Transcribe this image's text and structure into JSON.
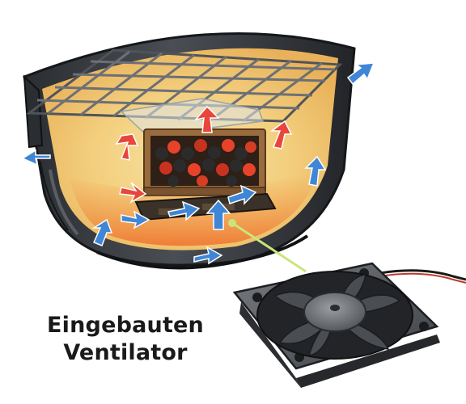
{
  "caption": {
    "line1": "Eingebauten",
    "line2": "Ventilator"
  },
  "colors": {
    "background": "#ffffff",
    "bowl_rim": "#3a3d42",
    "bowl_dark": "#1f2226",
    "interior_glow": "#f6d98a",
    "interior_hot": "#f08a3c",
    "charcoal": "#2b2b2b",
    "ember": "#e8432a",
    "hot_air_arrow": "#e8463a",
    "cool_air_arrow": "#3f86d6",
    "pointer_line": "#c8e67a",
    "fan_body": "#5a5e63"
  },
  "icons": {
    "grill": "kettle-grill-cutaway-illustration",
    "fan": "computer-fan-illustration"
  }
}
